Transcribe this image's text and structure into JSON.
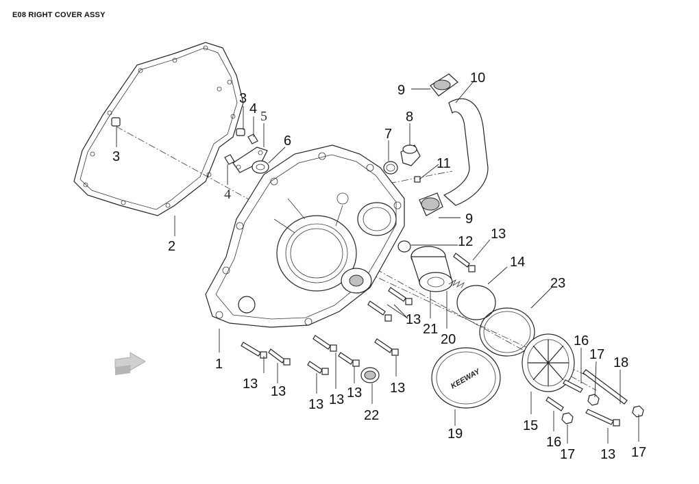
{
  "title": "E08 RIGHT COVER ASSY",
  "brand_text": "KEEWAY",
  "labels": {
    "l1": "1",
    "l2": "2",
    "l3a": "3",
    "l3b": "3",
    "l4a": "4",
    "l4b": "4",
    "l5": "5",
    "l6": "6",
    "l7": "7",
    "l8": "8",
    "l9a": "9",
    "l9b": "9",
    "l10": "10",
    "l11": "11",
    "l12": "12",
    "l13a": "13",
    "l13b": "13",
    "l13c": "13",
    "l13d": "13",
    "l13e": "13",
    "l13f": "13",
    "l13g": "13",
    "l13h": "13",
    "l13i": "13",
    "l14": "14",
    "l15": "15",
    "l16a": "16",
    "l16b": "16",
    "l17a": "17",
    "l17b": "17",
    "l17c": "17",
    "l18": "18",
    "l19": "19",
    "l20": "20",
    "l21": "21",
    "l22": "22",
    "l23": "23"
  }
}
